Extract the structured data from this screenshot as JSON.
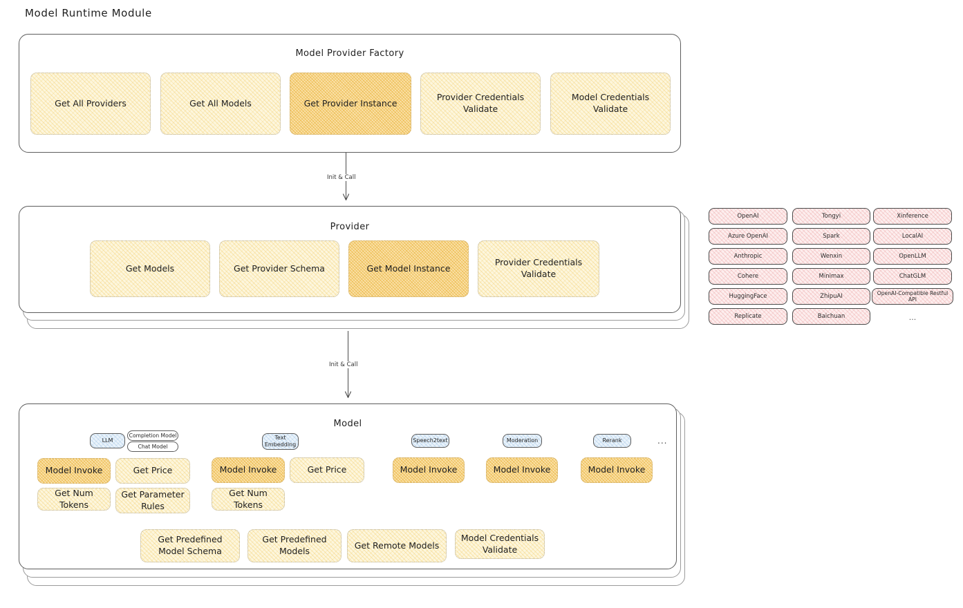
{
  "page": {
    "title": "Model Runtime Module"
  },
  "factory": {
    "title": "Model Provider Factory",
    "nodes": [
      {
        "label": "Get All Providers",
        "highlight": false
      },
      {
        "label": "Get All Models",
        "highlight": false
      },
      {
        "label": "Get Provider Instance",
        "highlight": true
      },
      {
        "label": "Provider Credentials Validate",
        "highlight": false
      },
      {
        "label": "Model Credentials Validate",
        "highlight": false
      }
    ]
  },
  "arrows": [
    {
      "label": "Init & Call"
    },
    {
      "label": "Init & Call"
    }
  ],
  "provider": {
    "title": "Provider",
    "nodes": [
      {
        "label": "Get Models",
        "highlight": false
      },
      {
        "label": "Get Provider Schema",
        "highlight": false
      },
      {
        "label": "Get Model Instance",
        "highlight": true
      },
      {
        "label": "Provider Credentials Validate",
        "highlight": false
      }
    ]
  },
  "provider_list": {
    "ellipsis": "...",
    "columns": [
      {
        "items": [
          "OpenAI",
          "Azure OpenAI",
          "Anthropic",
          "Cohere",
          "HuggingFace",
          "Replicate"
        ]
      },
      {
        "items": [
          "Tongyi",
          "Spark",
          "Wenxin",
          "Minimax",
          "ZhipuAI",
          "Baichuan"
        ]
      },
      {
        "items": [
          "Xinference",
          "LocalAI",
          "OpenLLM",
          "ChatGLM",
          "OpenAI-Compatible Restful API"
        ]
      }
    ]
  },
  "model": {
    "title": "Model",
    "ellipsis": "...",
    "types": [
      {
        "name": "LLM",
        "sub_tabs": [
          "Completion Model",
          "Chat Model"
        ],
        "ops": [
          {
            "label": "Model Invoke",
            "highlight": true
          },
          {
            "label": "Get Price",
            "highlight": false
          },
          {
            "label": "Get Num Tokens",
            "highlight": false
          },
          {
            "label": "Get Parameter Rules",
            "highlight": false
          }
        ]
      },
      {
        "name": "Text Embedding",
        "sub_tabs": [],
        "ops": [
          {
            "label": "Model Invoke",
            "highlight": true
          },
          {
            "label": "Get Price",
            "highlight": false
          },
          {
            "label": "Get Num Tokens",
            "highlight": false
          }
        ]
      },
      {
        "name": "Speech2text",
        "sub_tabs": [],
        "ops": [
          {
            "label": "Model Invoke",
            "highlight": true
          }
        ]
      },
      {
        "name": "Moderation",
        "sub_tabs": [],
        "ops": [
          {
            "label": "Model Invoke",
            "highlight": true
          }
        ]
      },
      {
        "name": "Rerank",
        "sub_tabs": [],
        "ops": [
          {
            "label": "Model Invoke",
            "highlight": true
          }
        ]
      }
    ],
    "common_ops": [
      {
        "label": "Get Predefined Model Schema"
      },
      {
        "label": "Get Predefined Models"
      },
      {
        "label": "Get Remote Models"
      },
      {
        "label": "Model Credentials Validate"
      }
    ]
  },
  "colors": {
    "node_fill": "#fdf6dd",
    "node_highlight_fill": "#fbe3ad",
    "chip_fill": "#fdeeee",
    "tab_fill": "#eaf3fb",
    "stroke": "#4a4a4a",
    "background": "#ffffff"
  }
}
